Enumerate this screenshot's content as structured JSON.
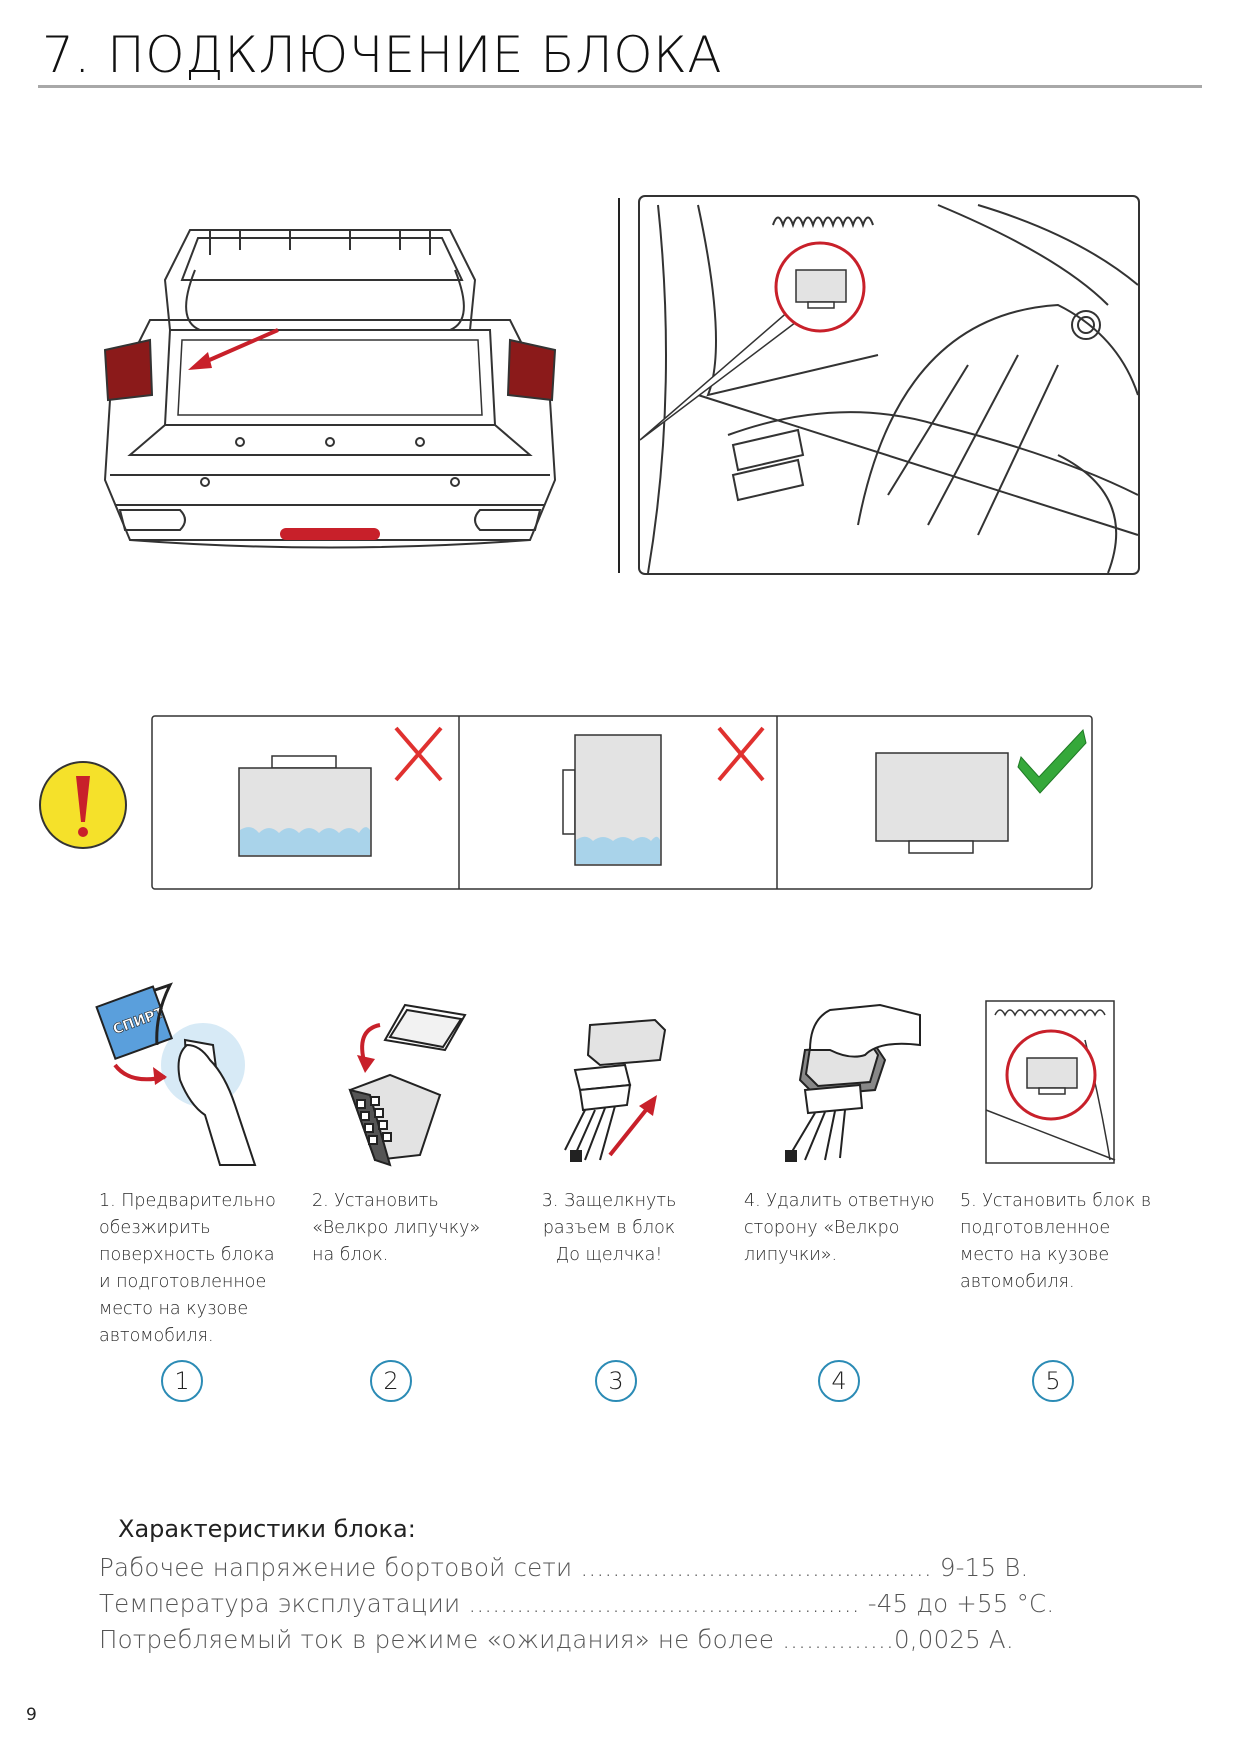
{
  "header": {
    "title": "7. ПОДКЛЮЧЕНИЕ БЛОКА"
  },
  "illustration": {
    "alcohol_label": "СПИРТ"
  },
  "warning": {
    "icon": "exclamation-icon",
    "color": "#f5e12a"
  },
  "orientation_panels": [
    {
      "status": "wrong",
      "mark": "cross-icon",
      "color": "#e0312f"
    },
    {
      "status": "wrong",
      "mark": "cross-icon",
      "color": "#e0312f"
    },
    {
      "status": "correct",
      "mark": "check-icon",
      "color": "#35a83a"
    }
  ],
  "steps": [
    {
      "number": "1",
      "text": "1. Предварительно обезжирить поверхность блока и подготовленное место на кузове автомобиля."
    },
    {
      "number": "2",
      "text": "2. Установить «Велкро липучку» на блок."
    },
    {
      "number": "3",
      "text": "3. Защелкнуть разъем в блок До щелчка!"
    },
    {
      "number": "4",
      "text": "4. Удалить ответную сторону «Велкро липучки»."
    },
    {
      "number": "5",
      "text": "5. Установить блок в подготовленное место на кузове автомобиля."
    }
  ],
  "specs": {
    "title": "Характеристики блока:",
    "lines": [
      "Рабочее напряжение бортовой сети ............................................ 9-15 В.",
      "Температура эксплуатации ................................................. -45 до +55 °С.",
      "Потребляемый ток в режиме «ожидания» не более ..............0,0025 А."
    ]
  },
  "colors": {
    "accent_circle": "#2b8bb5",
    "highlight_red": "#c8202a",
    "water": "#a9d3ea",
    "box_gray": "#e3e3e3"
  },
  "page": {
    "number": "9"
  }
}
